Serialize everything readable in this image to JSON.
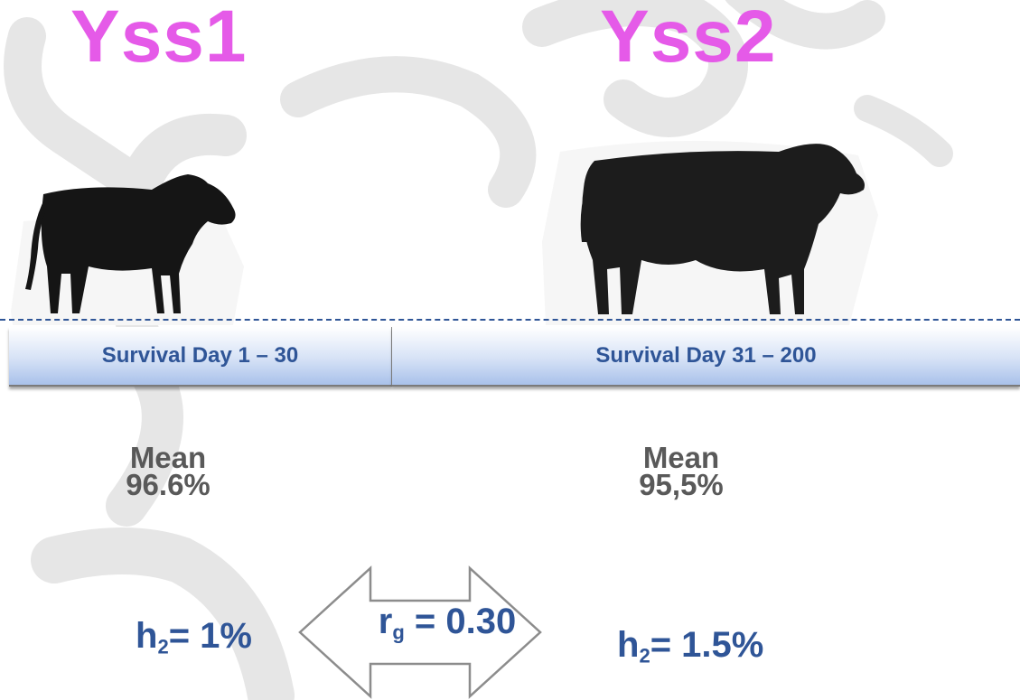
{
  "titles": {
    "left": "Yss1",
    "right": "Yss2"
  },
  "periods": {
    "left": "Survival Day 1 – 30",
    "right": "Survival Day 31 – 200"
  },
  "means": {
    "left": {
      "label": "Mean",
      "value": "96.6%"
    },
    "right": {
      "label": "Mean",
      "value": "95,5%"
    }
  },
  "heritability": {
    "left": {
      "symbol": "h",
      "subscript": "2",
      "value": "= 1%"
    },
    "right": {
      "symbol": "h",
      "subscript": "2",
      "value": "= 1.5%"
    }
  },
  "genetic_correlation": {
    "symbol": "r",
    "subscript": "g",
    "value": " = 0.30"
  },
  "colors": {
    "title": "#e55ae8",
    "label": "#2f5597",
    "mean": "#595959"
  }
}
